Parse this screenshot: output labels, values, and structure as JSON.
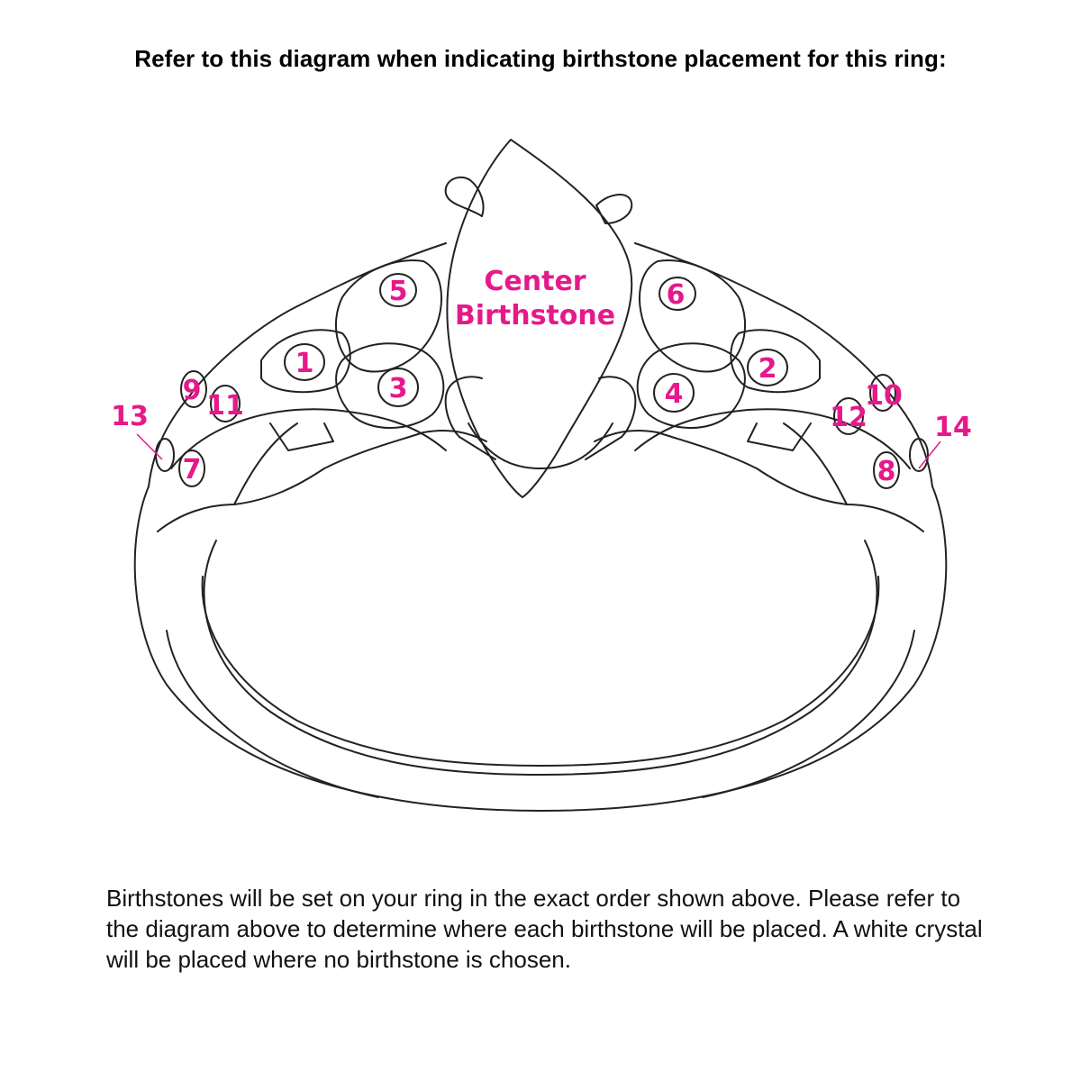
{
  "heading": "Refer to this diagram when indicating birthstone placement for this ring:",
  "center_label": {
    "line1": "Center",
    "line2": "Birthstone"
  },
  "stone_labels": [
    "1",
    "2",
    "3",
    "4",
    "5",
    "6",
    "7",
    "8",
    "9",
    "10",
    "11",
    "12",
    "13",
    "14"
  ],
  "instructions": "Birthstones will be set on your ring in the exact order shown above. Please refer to the diagram above to determine where each birthstone will be placed. A white crystal will be placed where no birthstone is chosen.",
  "colors": {
    "label": "#e6198a",
    "outline": "#222222"
  }
}
